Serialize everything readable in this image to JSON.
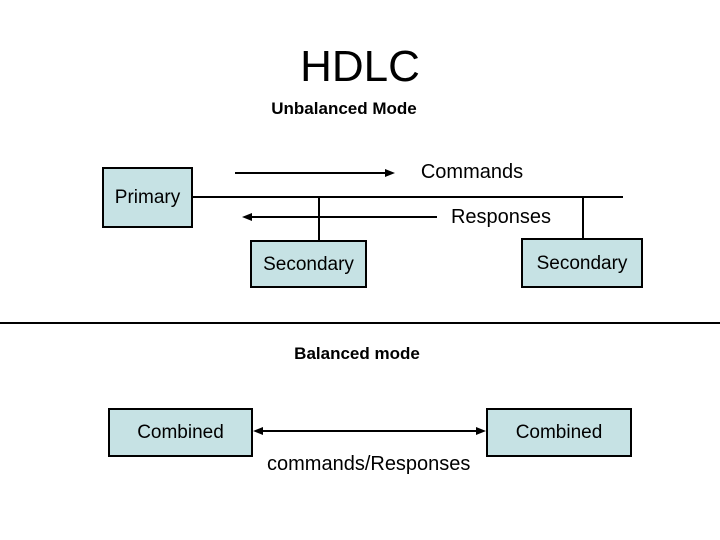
{
  "slide": {
    "title": "HDLC",
    "unbalanced": {
      "heading": "Unbalanced Mode",
      "primary": "Primary",
      "commands": "Commands",
      "responses": "Responses",
      "secondary_left": "Secondary",
      "secondary_right": "Secondary"
    },
    "balanced": {
      "heading": "Balanced mode",
      "combined_left": "Combined",
      "combined_right": "Combined",
      "arrow_label": "commands/Responses"
    },
    "colors": {
      "box-fill": "#c6e2e4",
      "box-border": "#000000",
      "line-color": "#000000",
      "text-color": "#000000",
      "background": "#ffffff"
    }
  }
}
